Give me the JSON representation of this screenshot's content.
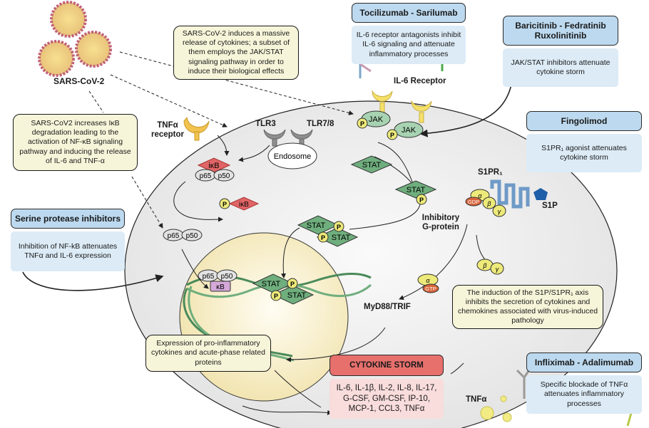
{
  "virus": {
    "label": "SARS-CoV-2"
  },
  "notes": {
    "jak_stat": "SARS-CoV-2 induces a massive release of cytokines; a subset of them employs the JAK/STAT signaling pathway in order to induce their biological effects",
    "ikb": "SARS-CoV2 increases IκB degradation leading to the activation of NF-κB signaling pathway and inducing the release of IL-6 and TNF-α",
    "s1p": "The induction of the S1P/S1PR₁ axis inhibits the secretion of cytokines and chemokines associated with virus-induced pathology",
    "expression": "Expression of pro-inflammatory cytokines and acute-phase related proteins"
  },
  "drugs": {
    "tocilizumab": {
      "title": "Tocilizumab - Sarilumab",
      "desc": "IL-6 receptor antagonists inhibit IL-6 signaling and attenuate inflammatory processes"
    },
    "baricitinib": {
      "title": "Baricitinib - Fedratinib Ruxolinitinib",
      "desc": "JAK/STAT inhibitors attenuate cytokine storm"
    },
    "fingolimod": {
      "title": "Fingolimod",
      "desc": "S1PR₁ agonist attenuates cytokine storm"
    },
    "serine": {
      "title": "Serine protease inhibitors",
      "desc": "Inhibition of NF-kB attenuates TNFα and IL-6 expression"
    },
    "infliximab": {
      "title": "Infliximab - Adalimumab",
      "desc": "Specific blockade of TNFα attenuates inflammatory processes"
    }
  },
  "storm": {
    "title": "CYTOKINE STORM",
    "desc": "IL-6, IL-1β, IL-2, IL-8, IL-17, G-CSF, GM-CSF, IP-10, MCP-1, CCL3, TNFα"
  },
  "labels": {
    "il6_receptor": "IL-6 Receptor",
    "tnfa_receptor": "TNFα receptor",
    "tlr3": "TLR3",
    "tlr78": "TLR7/8",
    "endosome": "Endosome",
    "s1pr1": "S1PR₁",
    "s1p": "S1P",
    "inhibitory_g": "Inhibitory G-protein",
    "myd88": "MyD88/TRIF",
    "tnfa": "TNFα"
  },
  "molecules": {
    "jak": "JAK",
    "stat": "STAT",
    "p": "P",
    "ikb": "iκB",
    "kb": "κB",
    "p65": "p65",
    "p50": "p50",
    "alpha": "α",
    "beta": "β",
    "gamma": "γ",
    "gdp": "GDP",
    "gtp": "GTP"
  },
  "colors": {
    "note_bg": "#f7f5d9",
    "drug_head": "#bcd9ef",
    "drug_body": "#dcebf6",
    "storm_head": "#e7706d",
    "storm_body": "#f9dcdc",
    "stat_green": "#6fae7d",
    "ikb_red": "#e06566",
    "phospho_yellow": "#eeea7a",
    "receptor_yellow": "#f2d36b",
    "cell_grey": "#ececec",
    "nucleus": "#f6eec5",
    "s1p_blue": "#1f5ea8"
  }
}
